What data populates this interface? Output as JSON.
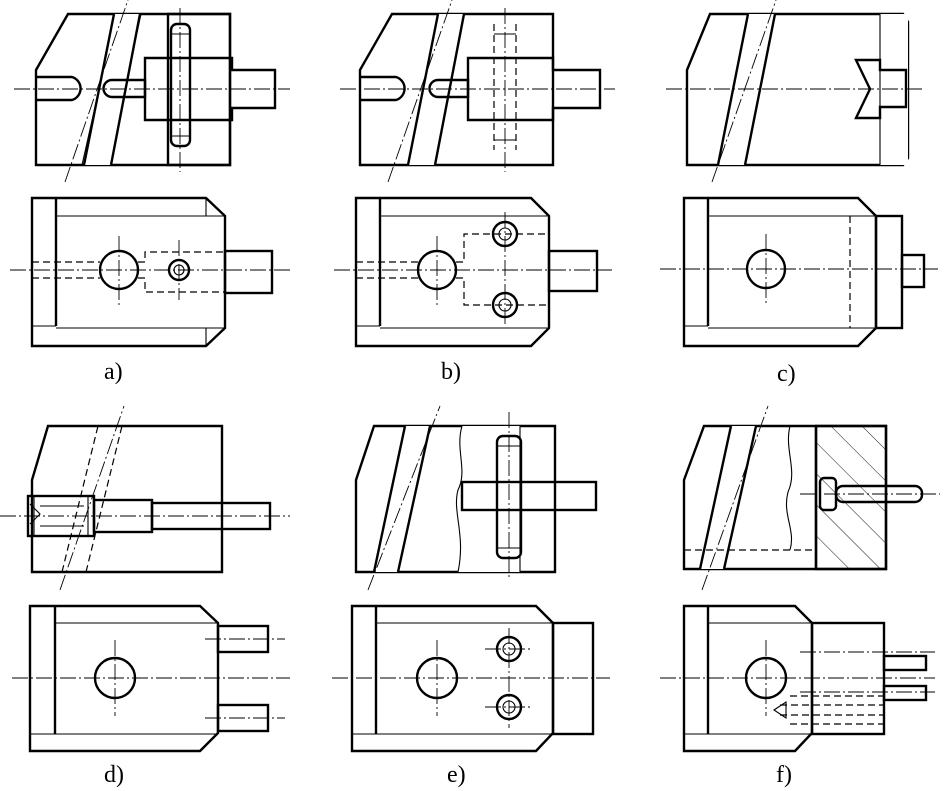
{
  "figures": [
    {
      "id": "a",
      "label": "a)"
    },
    {
      "id": "b",
      "label": "b)"
    },
    {
      "id": "c",
      "label": "c)"
    },
    {
      "id": "d",
      "label": "d)"
    },
    {
      "id": "e",
      "label": "e)"
    },
    {
      "id": "f",
      "label": "f)"
    }
  ]
}
